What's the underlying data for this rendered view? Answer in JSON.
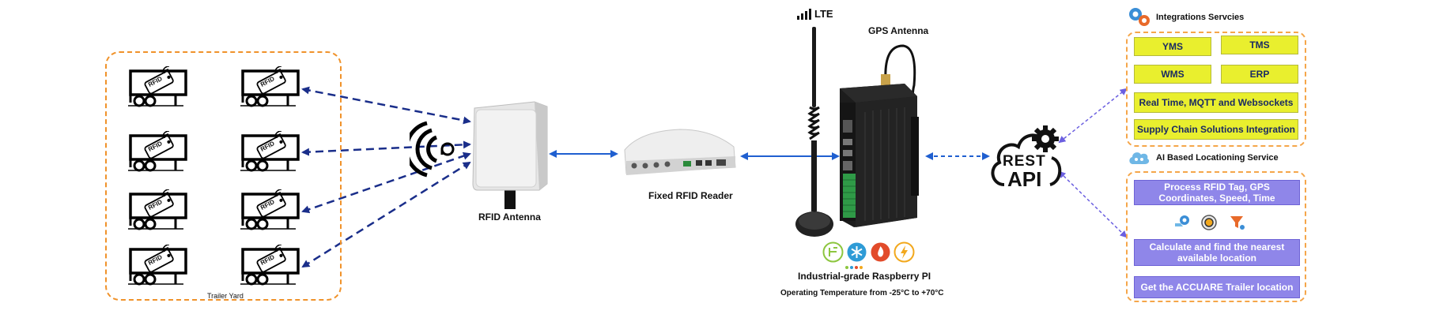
{
  "trailer_yard": {
    "label": "Trailer Yard",
    "tag_text": "RFID"
  },
  "rfid_antenna": {
    "label": "RFID Antenna"
  },
  "fixed_reader": {
    "label": "Fixed RFID Reader"
  },
  "lte": {
    "label": "LTE"
  },
  "gps_antenna": {
    "label": "GPS Antenna"
  },
  "raspberry_pi": {
    "label": "Industrial-grade Raspberry PI",
    "temperature": "Operating Temperature from -25°C to +70°C"
  },
  "rest_api": {
    "line1": "REST",
    "line2": "API"
  },
  "integrations": {
    "title": "Integrations Servcies",
    "items": [
      "YMS",
      "TMS",
      "WMS",
      "ERP"
    ],
    "realtime": "Real Time, MQTT and Websockets",
    "supply_chain": "Supply Chain Solutions Integration"
  },
  "ai_service": {
    "title": "AI Based Locationing Service",
    "process": "Process  RFID Tag, GPS Coordinates, Speed, Time",
    "calculate": "Calculate and find the nearest available location",
    "accuare": "Get the ACCUARE Trailer location"
  },
  "colors": {
    "yard_border": "#f0922a",
    "tag_arrow": "#1a2e8a",
    "link_arrow": "#1f5fd0",
    "api_arrow": "#6b5fe0",
    "integration_box": "#e9ef2e",
    "ai_box": "#8f86e9"
  }
}
